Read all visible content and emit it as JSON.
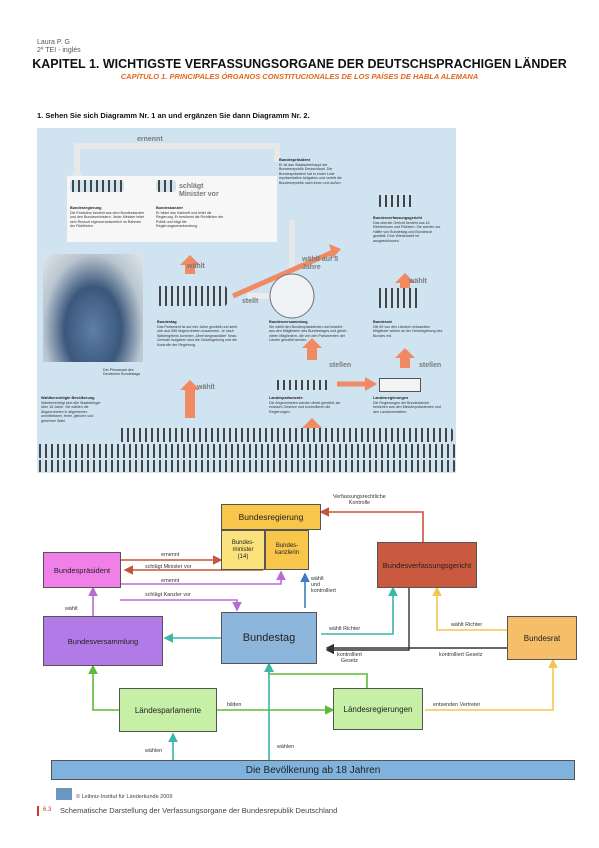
{
  "header": {
    "author": "Laura P. G",
    "course": "2º TEI - inglés",
    "title": "KAPITEL 1. WICHTIGSTE VERFASSUNGSORGANE DER DEUTSCHSPRACHIGEN LÄNDER",
    "subtitle": "CAPÍTULO 1. PRINCIPALES ÓRGANOS CONSTITUCIONALES DE LOS PAÍSES DE HABLA ALEMANA",
    "instruction": "1. Sehen Sie sich Diagramm Nr. 1 an und ergänzen Sie dann Diagramm Nr. 2."
  },
  "diagram1": {
    "ernennt": "ernennt",
    "schlaegt": "schlägt Minister vor",
    "waehlt_auf": "wählt auf 5 Jahre",
    "waehlt": "wählt",
    "stellt": "stellt",
    "stellen": "stellen",
    "bundesregierung_title": "Bundesregierung",
    "bundesregierung_text": "Die Exekutive besteht aus dem Bundeskanzler und den Bundesministern. Jeder Minister leitet sein Ressort eigenverantwortlich im Rahmen der Richtlinien.",
    "bundeskanzler_title": "Bundeskanzler",
    "bundeskanzler_text": "Er bildet das Kabinett und leitet die Regierung. Er bestimmt die Richtlinien der Politik und trägt die Regierungsverantwortung.",
    "bundespraesident_title": "Bundespräsident",
    "bundespraesident_text": "Er ist das Staatsoberhaupt der Bundesrepublik Deutschland. Der Bundespräsident hat in erster Linie repräsentative Aufgaben und vertritt die Bundesrepublik nach innen und außen.",
    "bvg_title": "Bundesverfassungsgericht",
    "bvg_text": "Das oberste Gericht besteht aus 16 Richterinnen und Richtern. Sie werden zur Hälfte von Bundestag und Bundesrat gewählt. Eine Wiederwahl ist ausgeschlossen.",
    "bundestag_title": "Bundestag",
    "bundestag_text": "Das Parlament ist auf vier Jahre gewählt und setzt sich aus 598 Abgeordneten zusammen. Je nach Wahlergebnis kommen „Überhangmandate“ hinzu. Zentrale Aufgaben sind die Gesetzgebung und die Kontrolle der Regierung.",
    "bundesversammlung_title": "Bundesversammlung",
    "bundesversammlung_text": "Sie wählt den Bundespräsidenten und besteht aus den Mitgliedern des Bundestages und gleich vielen Mitgliedern, die von den Parlamenten der Länder gewählt werden.",
    "bundesrat_title": "Bundesrat",
    "bundesrat_text": "Die 69 von den Ländern entsandten Mitglieder wirken an der Gesetzgebung des Bundes mit.",
    "plenarsaal_caption": "Der Plenarsaal des Deutschen Bundestags",
    "landesparlamente_title": "Landesparlamente",
    "landesparlamente_text": "Die Abgeordneten werden direkt gewählt; sie erlassen Gesetze und kontrollieren die Regierungen.",
    "landesregierungen_title": "Landesregierungen",
    "landesregierungen_text": "Die Regierungen der Bundesländer bestehen aus den Ministerpräsidenten und den Landesministern.",
    "waehler_title": "Wahlberechtigte Bevölkerung",
    "waehler_text": "Wahlberechtigt sind alle Staatsbürger über 18 Jahre. Sie wählen die Abgeordneten in allgemeiner, unmittelbarer, freier, gleicher und geheimer Wahl."
  },
  "diagram2": {
    "bundesregierung": "Bundesregierung",
    "bundesminister": "Bundes-\nminister\n(14)",
    "bundeskanzlerin": "Bundes-\nkanzlerin",
    "bundespraesident": "Bundespräsident",
    "bundesversammlung": "Bundesversammlung",
    "bundestag": "Bundestag",
    "bvg": "Bundesverfassungsgericht",
    "bundesrat": "Bundesrat",
    "laendesparlamente": "Ländesparlamente",
    "laendesregierungen": "Ländesregierungen",
    "bevoelkerung": "Die Bevölkerung ab 18 Jahren",
    "l_verfassung": "Verfassungsrechtliche\nKontrolle",
    "l_ernennt1": "ernennt",
    "l_schlaegt_minister": "schlägt Minister vor",
    "l_ernennt2": "ernennt",
    "l_schlaegt_kanzler": "schlägt Kanzler vor",
    "l_waehlt_kontrolliert": "wählt\nund\nkontrolliert",
    "l_waehlt_richter1": "wählt Richter",
    "l_waehlt_richter2": "wählt Richter",
    "l_waehlt": "wählt",
    "l_kontrolliert_gesetz1": "kontrolliert\nGesetz",
    "l_kontrolliert_gesetz2": "kontrolliert Gesetz",
    "l_bilden": "bilden",
    "l_entsenden": "entsenden Vertreter",
    "l_waehlen1": "wählen",
    "l_waehlen2": "wählen",
    "copyright": "© Leibniz-Institut für Länderkunde 2009",
    "caption_num": "6.3",
    "caption": "Schematische Darstellung der Verfassungsorgane der Bundesrepublik Deutschland"
  },
  "colors": {
    "accent_orange": "#e0671f",
    "bundesregierung": "#f7c64a",
    "bundespraesident": "#f080e8",
    "bundesversammlung": "#b27ae6",
    "bundestag": "#8db6dc",
    "bvg": "#c95a3f",
    "bundesrat": "#f7be6a",
    "laender": "#c7f0a6",
    "bevoelkerung": "#7fb2dd"
  }
}
